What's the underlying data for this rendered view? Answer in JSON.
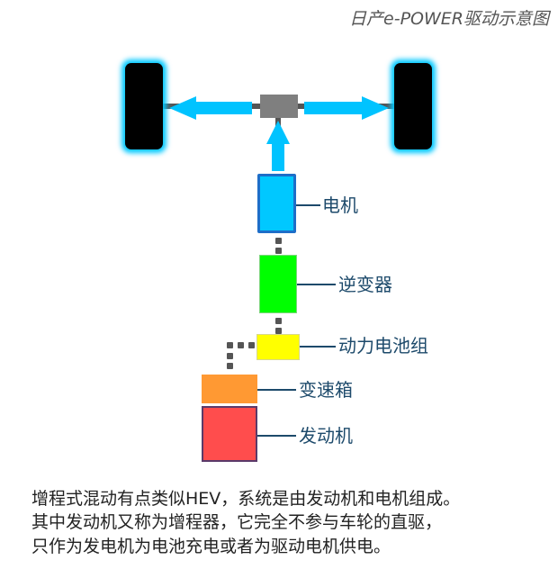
{
  "title": "日产e-POWER驱动示意图",
  "components": {
    "motor": "电机",
    "inverter": "逆变器",
    "battery": "动力电池组",
    "gearbox": "变速箱",
    "engine": "发动机"
  },
  "colors": {
    "motor": "#00c8ff",
    "inverter": "#00ff00",
    "battery": "#ffff00",
    "gearbox": "#ff9933",
    "engine": "#ff4d4d",
    "arrow": "#00c3ff",
    "wheel": "#000000"
  },
  "caption": [
    "增程式混动有点类似HEV，系统是由发动机和电机组成。",
    "其中发动机又称为增程器，它完全不参与车轮的直驱，",
    "只作为发电机为电池充电或者为驱动电机供电。"
  ]
}
